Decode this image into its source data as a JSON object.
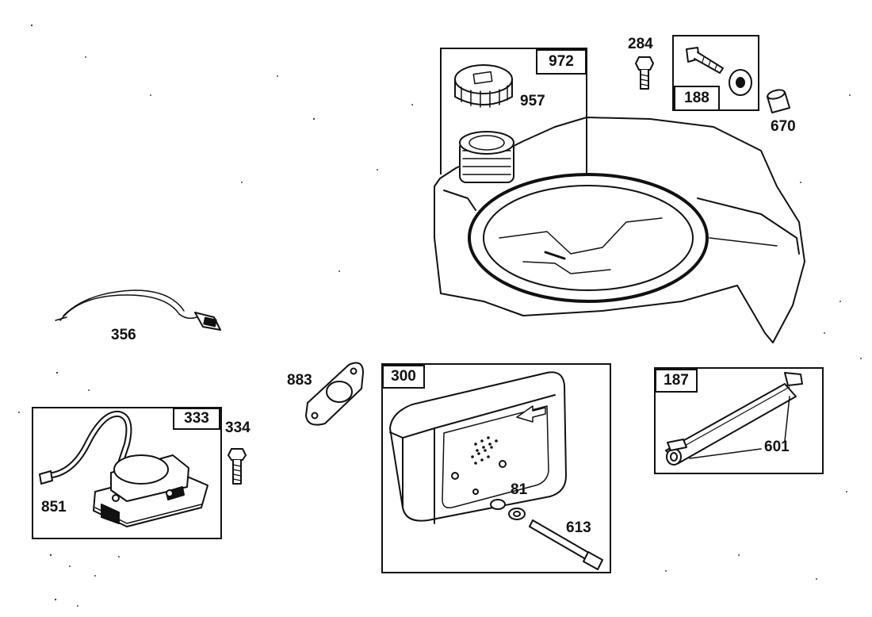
{
  "kits": {
    "k972": "972",
    "k188": "188",
    "k300": "300",
    "k187": "187",
    "k333": "333"
  },
  "parts": {
    "p957": "957",
    "p284": "284",
    "p670": "670",
    "p356": "356",
    "p883": "883",
    "p334": "334",
    "p851": "851",
    "p81": "81",
    "p613": "613",
    "p601": "601"
  }
}
